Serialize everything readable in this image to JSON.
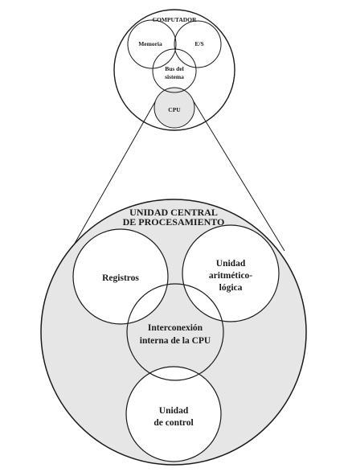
{
  "computer": {
    "title": "COMPUTADOR",
    "memory_label": "Memoria",
    "io_label": "E/S",
    "bus_label_line1": "Bus del",
    "bus_label_line2": "sistema",
    "cpu_label": "CPU"
  },
  "cpu_detail": {
    "title_line1": "UNIDAD CENTRAL",
    "title_line2": "DE PROCESAMIENTO",
    "registers_label": "Registros",
    "alu_line1": "Unidad",
    "alu_line2": "aritmético-",
    "alu_line3": "lógica",
    "interconnect_line1": "Interconexión",
    "interconnect_line2": "interna de la CPU",
    "control_line1": "Unidad",
    "control_line2": "de control"
  },
  "colors": {
    "fill_gray": "#e6e6e6",
    "stroke": "#1a1a1a",
    "background": "#ffffff"
  }
}
